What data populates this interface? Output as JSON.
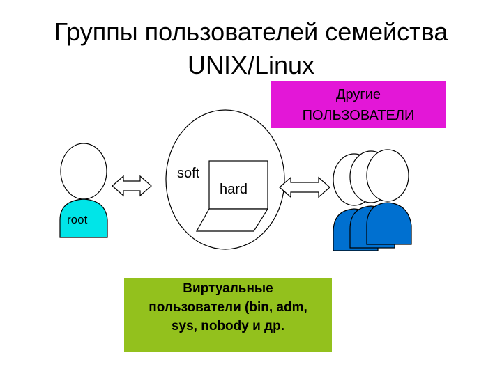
{
  "title": {
    "line1": "Группы пользователей семейства",
    "line2": "UNIX/Linux"
  },
  "others": {
    "line1": "Другие",
    "line2": "ПОЛЬЗОВАТЕЛИ"
  },
  "virtual_users": {
    "line1": "Виртуальные",
    "line2": "пользователи (bin, adm,",
    "line3": "sys, nobody и др."
  },
  "labels": {
    "soft": "soft",
    "hard": "hard",
    "root": "root"
  },
  "colors": {
    "others_box": "#e317d7",
    "virtual_box": "#93c11d",
    "root_body": "#00e5e8",
    "user_body": "#0070d0"
  }
}
